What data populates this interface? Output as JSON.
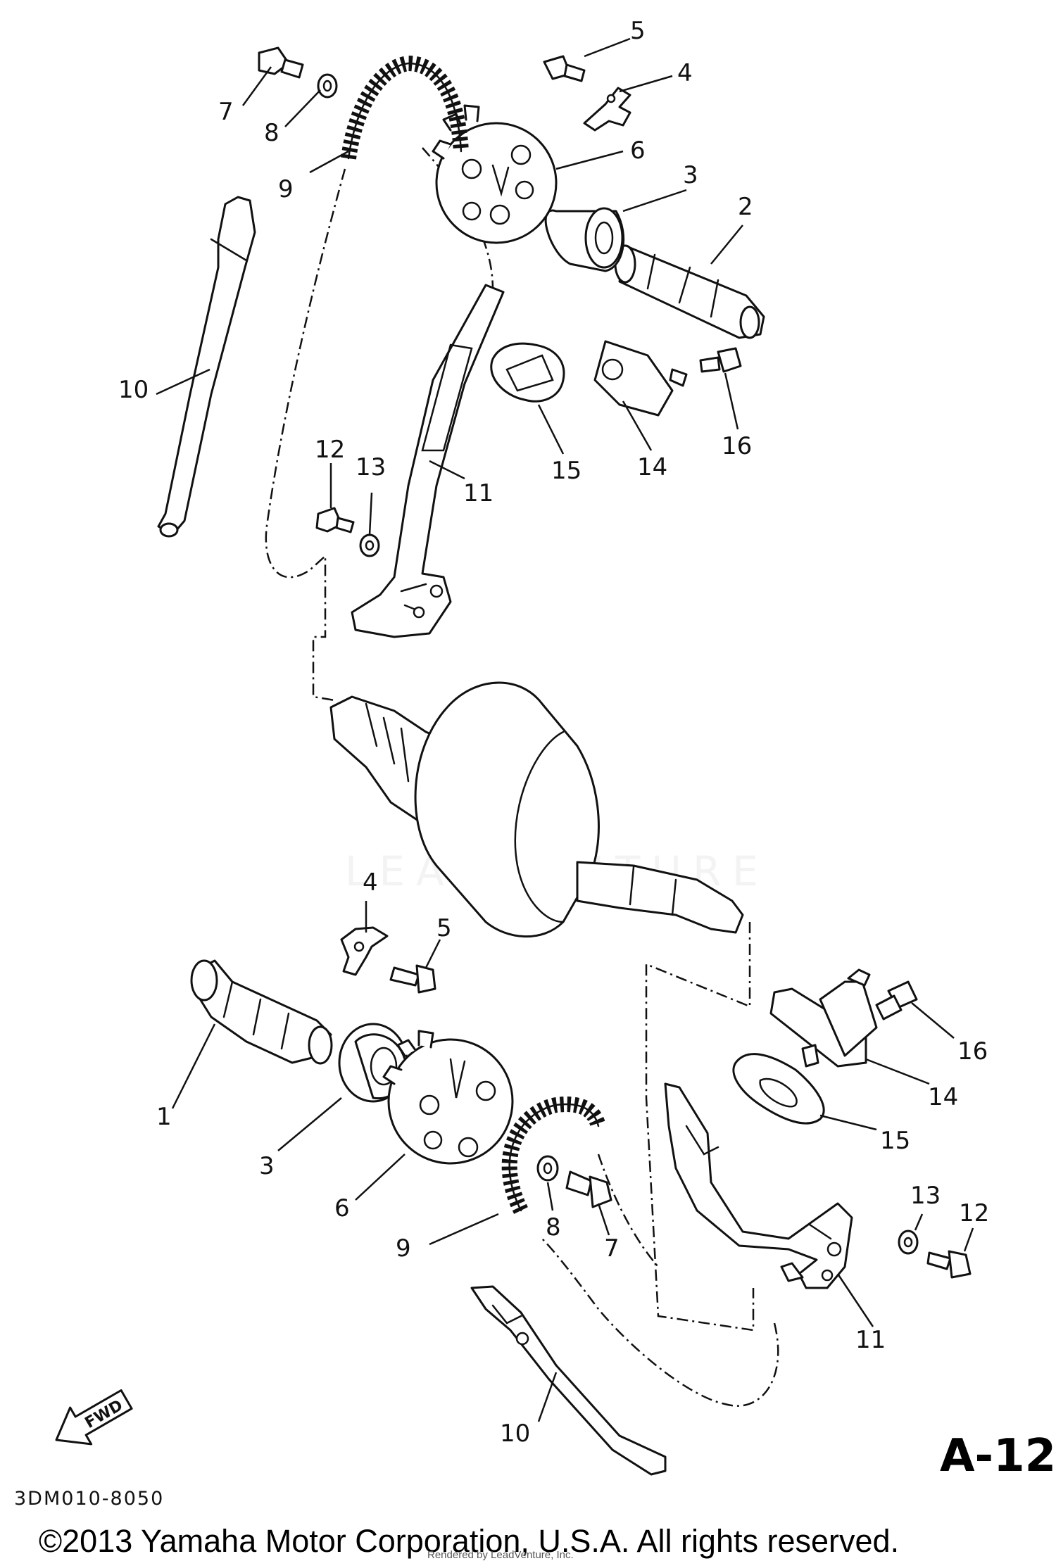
{
  "callouts": {
    "top": {
      "c5": "5",
      "c4": "4",
      "c7": "7",
      "c8": "8",
      "c6": "6",
      "c9": "9",
      "c3": "3",
      "c2": "2",
      "c10": "10",
      "c12": "12",
      "c13": "13",
      "c11": "11",
      "c15": "15",
      "c14": "14",
      "c16": "16"
    },
    "bottom": {
      "c4": "4",
      "c5": "5",
      "c16": "16",
      "c14": "14",
      "c15": "15",
      "c1": "1",
      "c3": "3",
      "c6": "6",
      "c8": "8",
      "c7": "7",
      "c9": "9",
      "c13": "13",
      "c12": "12",
      "c11": "11",
      "c10": "10"
    }
  },
  "fwd_label": "FWD",
  "figure_label": "A-12",
  "diagram_code": "3DM010-8050",
  "watermark": "LEADVENTURE",
  "copyright": "©2013 Yamaha Motor Corporation, U.S.A. All rights reserved.",
  "rendered_by": "Rendered by LeadVenture, Inc."
}
